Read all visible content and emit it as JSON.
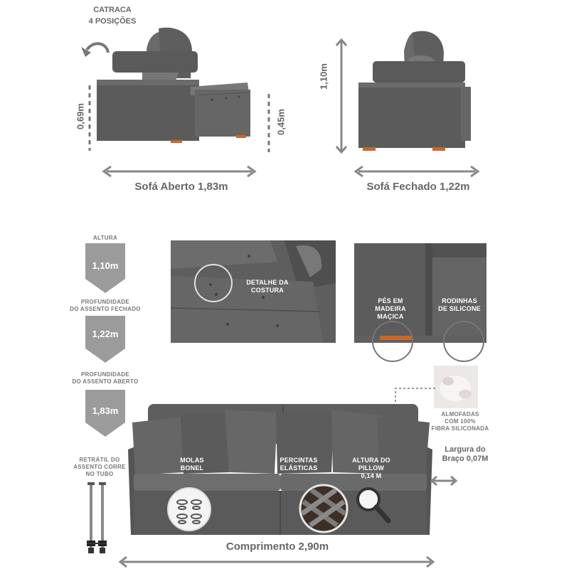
{
  "side_view": {
    "catraca": "CATRACA",
    "posicoes": "4 POSIÇÕES",
    "height_back": "0,69m",
    "height_seat": "0,45m",
    "caption": "Sofá Aberto 1,83m"
  },
  "front_closed": {
    "height": "1,10m",
    "caption": "Sofá Fechado 1,22m"
  },
  "specs": {
    "altura_title": "ALTURA",
    "altura_value": "1,10m",
    "prof_fechado_title_1": "PROFUNDIDADE",
    "prof_fechado_title_2": "DO ASSENTO FECHADO",
    "prof_fechado_value": "1,22m",
    "prof_aberto_title_1": "PROFUNDIDADE",
    "prof_aberto_title_2": "DO ASSENTO ABERTO",
    "prof_aberto_value": "1,83m",
    "retratil_1": "RETRÁTIL DO",
    "retratil_2": "ASSENTO CORRE",
    "retratil_3": "NO TUBO"
  },
  "detail_photo": {
    "label_1": "DETALHE DA",
    "label_2": "COSTURA"
  },
  "feet_photo": {
    "pes_1": "PÉS EM",
    "pes_2": "MADEIRA",
    "pes_3": "MAÇICA",
    "rod_1": "RODINHAS",
    "rod_2": "DE SILICONE"
  },
  "almofadas": {
    "line_1": "ALMOFADAS",
    "line_2": "COM 100%",
    "line_3": "FIBRA SILICONADA"
  },
  "main_sofa": {
    "molas_1": "MOLAS",
    "molas_2": "BONEL",
    "percintas_1": "PERCINTAS",
    "percintas_2": "ELÁSTICAS",
    "pillow_1": "ALTURA DO",
    "pillow_2": "PILLOW",
    "pillow_3": "0,14 M",
    "braco_1": "Largura do",
    "braco_2": "Braço 0,07M",
    "comprimento": "Comprimento 2,90m"
  },
  "colors": {
    "fabric": "#5d5d5d",
    "fabric_dark": "#474747",
    "wood": "#c8682a",
    "annotation": "#8a8a8a"
  }
}
